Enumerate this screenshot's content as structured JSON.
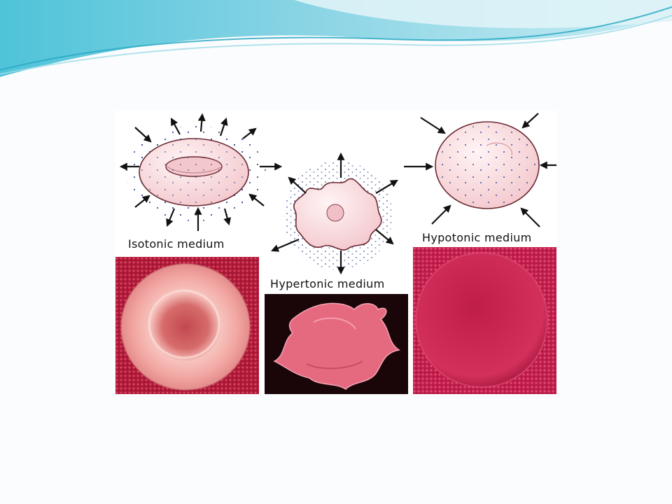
{
  "labels": {
    "isotonic": "Isotonic medium",
    "hypertonic": "Hypertonic medium",
    "hypotonic": "Hypotonic medium"
  },
  "colors": {
    "header_wave_light": "#bfe6ef",
    "header_wave_accent": "#3fb7cf",
    "cell_pink": "#f7d3d6",
    "cell_outline": "#6a2a33",
    "solute_dot": "#2b3d8f",
    "micro_bg_isotonic": "#b81e3c",
    "micro_cell_isotonic": "#f2a5a5",
    "micro_bg_hypertonic": "#1a0608",
    "micro_cell_hypertonic": "#e56a80",
    "micro_bg_hypotonic": "#c81e4c",
    "micro_cell_hypotonic": "#d02856"
  },
  "icons": [
    "arrow-out-icon",
    "arrow-in-icon"
  ]
}
